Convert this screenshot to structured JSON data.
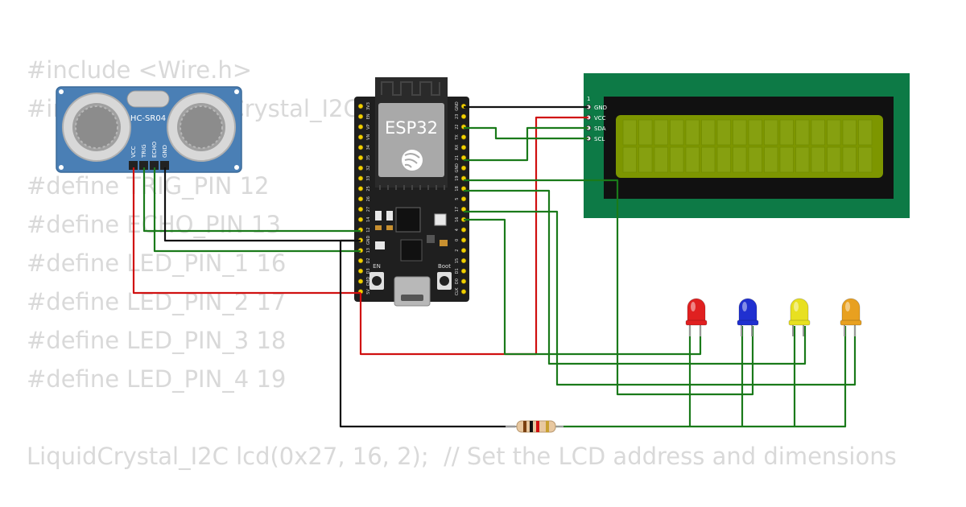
{
  "code_lines": [
    "#include <Wire.h>",
    "#include <LiquidCrystal_I2C.h>",
    "#define TRIG_PIN 12",
    "#define ECHO_PIN 13",
    "#define LED_PIN_1 16",
    "#define LED_PIN_2 17",
    "#define LED_PIN_3 18",
    "#define LED_PIN_4 19",
    "LiquidCrystal_I2C lcd(0x27, 16, 2);  // Set the LCD address and dimensions"
  ],
  "sensor": {
    "label": "HC-SR04",
    "pins": [
      "VCC",
      "TRIG",
      "ECHO",
      "GND"
    ]
  },
  "esp32": {
    "label": "ESP32",
    "left_pins": [
      "3V3",
      "EN",
      "VP",
      "VN",
      "34",
      "35",
      "32",
      "33",
      "25",
      "26",
      "27",
      "14",
      "12",
      "GND",
      "13",
      "D2",
      "D3",
      "CMD",
      "5V"
    ],
    "right_pins": [
      "GND",
      "23",
      "22",
      "TX",
      "RX",
      "21",
      "GND",
      "19",
      "18",
      "5",
      "17",
      "16",
      "4",
      "0",
      "2",
      "15",
      "D1",
      "D0",
      "CLK"
    ],
    "button_en": "EN",
    "button_boot": "Boot"
  },
  "lcd": {
    "pin_index": "1",
    "pins": [
      "GND",
      "VCC",
      "SDA",
      "SCL"
    ]
  },
  "leds": [
    {
      "name": "red",
      "color": "#e02020"
    },
    {
      "name": "blue",
      "color": "#2030d0"
    },
    {
      "name": "yellow",
      "color": "#e8e020"
    },
    {
      "name": "orange",
      "color": "#e8a020"
    }
  ],
  "colors": {
    "wire_green": "#1a7a1a",
    "wire_red": "#d01010",
    "wire_black": "#111111",
    "code_text": "#d9d9d9",
    "lcd_pcb": "#0d7a46",
    "lcd_screen": "#7d9600",
    "sensor_pcb": "#4a7fb5",
    "esp_board": "#1f1f1f"
  }
}
